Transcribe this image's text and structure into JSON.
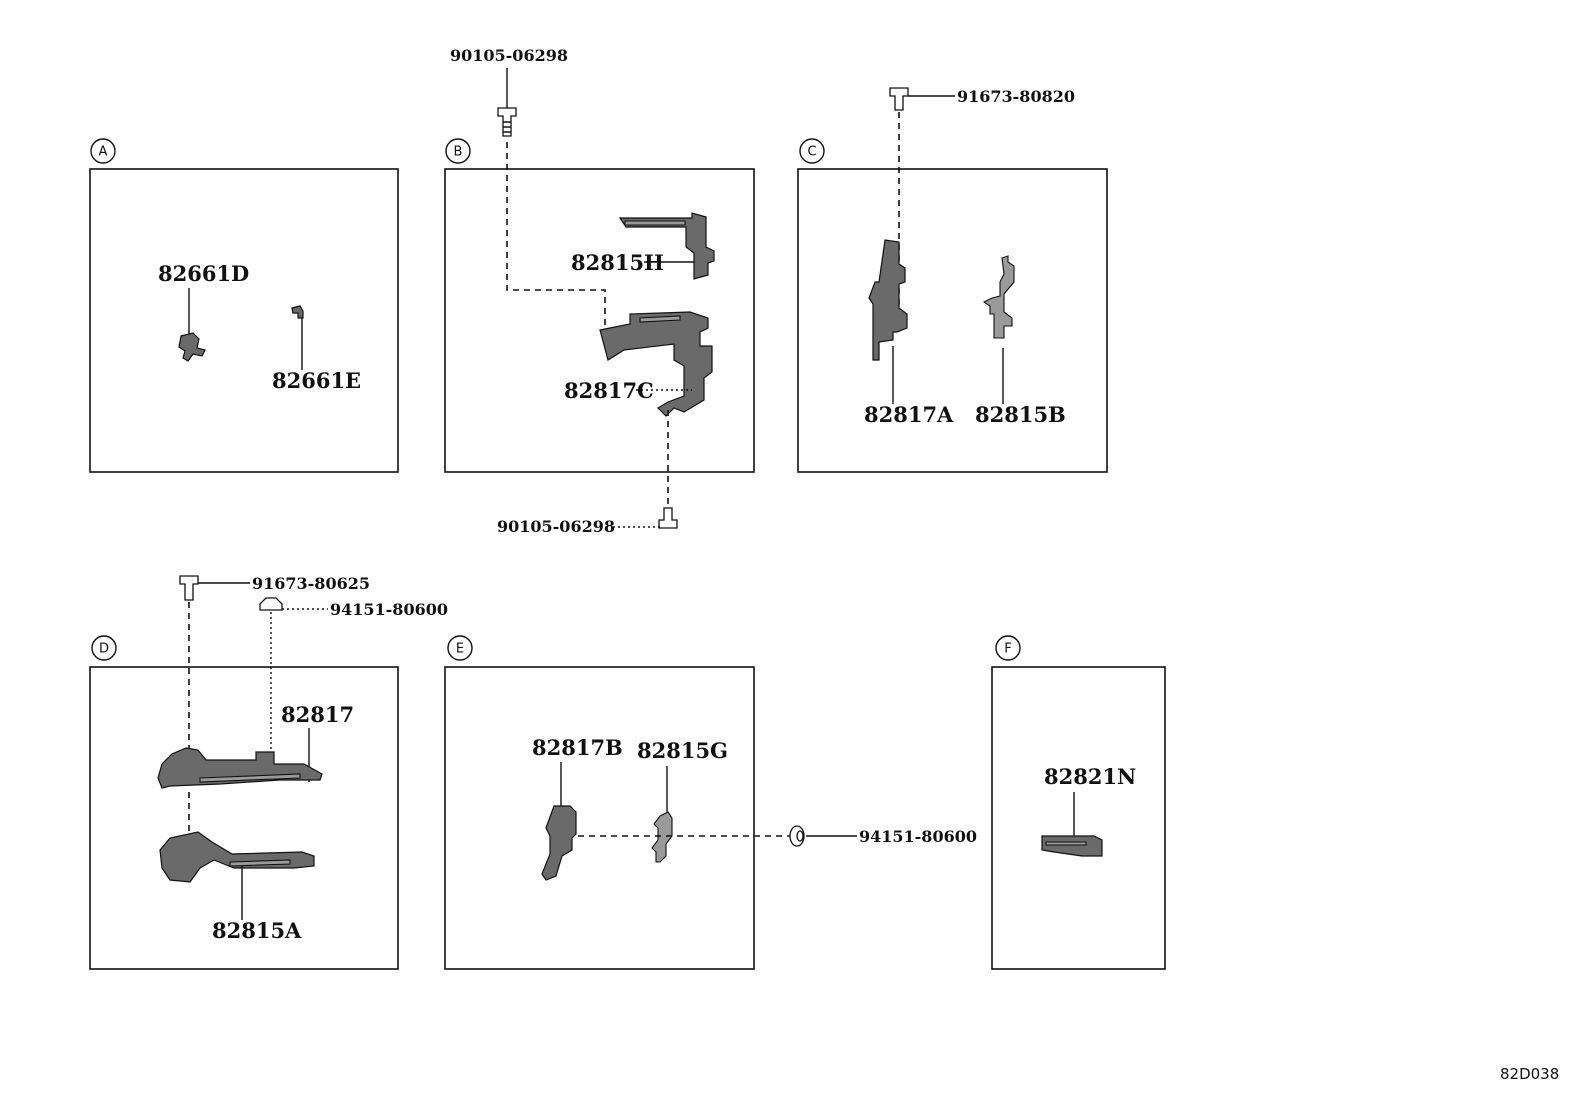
{
  "sections": {
    "A": {
      "letter": "A",
      "parts": [
        "82661D",
        "82661E"
      ]
    },
    "B": {
      "letter": "B",
      "parts": [
        "82815H",
        "82817C"
      ]
    },
    "C": {
      "letter": "C",
      "parts": [
        "82817A",
        "82815B"
      ]
    },
    "D": {
      "letter": "D",
      "parts": [
        "82817",
        "82815A"
      ]
    },
    "E": {
      "letter": "E",
      "parts": [
        "82817B",
        "82815G"
      ]
    },
    "F": {
      "letter": "F",
      "parts": [
        "82821N"
      ]
    }
  },
  "fasteners": {
    "b_top": "90105-06298",
    "b_bottom": "90105-06298",
    "c_top": "91673-80820",
    "d_bolt": "91673-80625",
    "d_nut": "94151-80600",
    "e_nut": "94151-80600"
  },
  "diagram_code": "82D038"
}
